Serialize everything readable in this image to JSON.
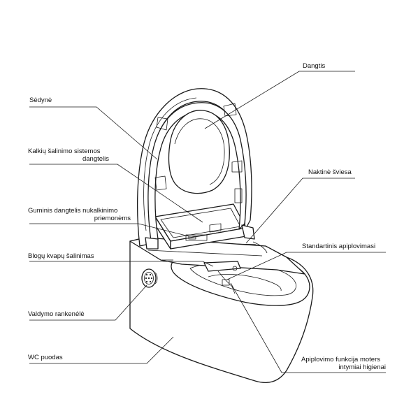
{
  "labels": {
    "dangtis": "Dangtis",
    "sedyne": "Sėdynė",
    "kalkiu_line1": "Kalkių šalinimo sistemos",
    "kalkiu_line2": "dangtelis",
    "naktine": "Naktinė šviesa",
    "guminis_line1": "Guminis dangtelis nukalkinimo",
    "guminis_line2": "priemonėms",
    "standartinis": "Standartinis apiplovimasi",
    "blogu": "Blogų kvapų šalinimas",
    "valdymo": "Valdymo rankenėlė",
    "wc": "WC puodas",
    "apiplovimo_line1": "Apiplovimo funkcija moters",
    "apiplovimo_line2": "intymiai higienai"
  },
  "colors": {
    "line": "#1a1a1a",
    "text": "#111111",
    "background": "#ffffff"
  },
  "icons": {
    "control_knob": "control-knob-icon"
  }
}
